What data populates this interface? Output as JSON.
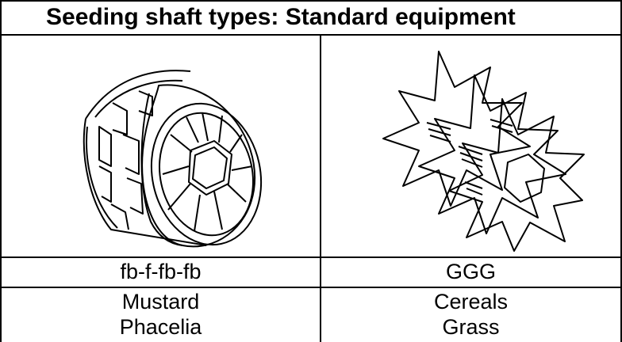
{
  "table": {
    "title": "Seeding shaft types: Standard equipment",
    "columns": [
      {
        "shaft_type": "fb-f-fb-fb",
        "crops": [
          "Mustard",
          "Phacelia"
        ],
        "image_icon": "cylindrical-cell-wheel-shaft-icon"
      },
      {
        "shaft_type": "GGG",
        "crops": [
          "Cereals",
          "Grass"
        ],
        "image_icon": "star-fluted-shaft-icon"
      }
    ]
  }
}
